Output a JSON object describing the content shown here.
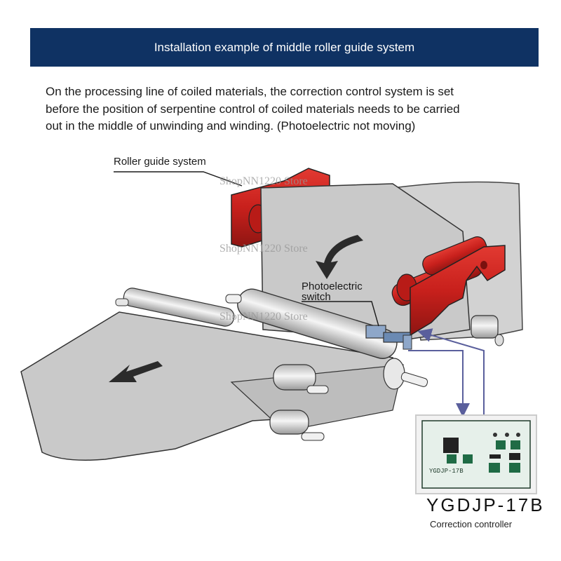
{
  "header": {
    "title": "Installation example of middle roller guide system"
  },
  "description": {
    "line1": "On the processing line of coiled materials, the correction control system is set",
    "line2": "before the position of serpentine control of coiled materials needs to be carried",
    "line3": "out in the middle of unwinding and winding. (Photoelectric not moving)"
  },
  "labels": {
    "roller_guide": "Roller guide system",
    "photo_line1": "Photoelectric",
    "photo_line2": "switch"
  },
  "watermark": "ShopNN1220 Store",
  "controller": {
    "panel_model": "YGDJP-17B",
    "model": "YGDJP-17B",
    "caption": "Correction controller"
  },
  "colors": {
    "header_bg": "#0f3263",
    "roller_red": "#c8201c",
    "sheet_gray": "#c9c9c9",
    "arrow_blue": "#5a5f9c"
  }
}
